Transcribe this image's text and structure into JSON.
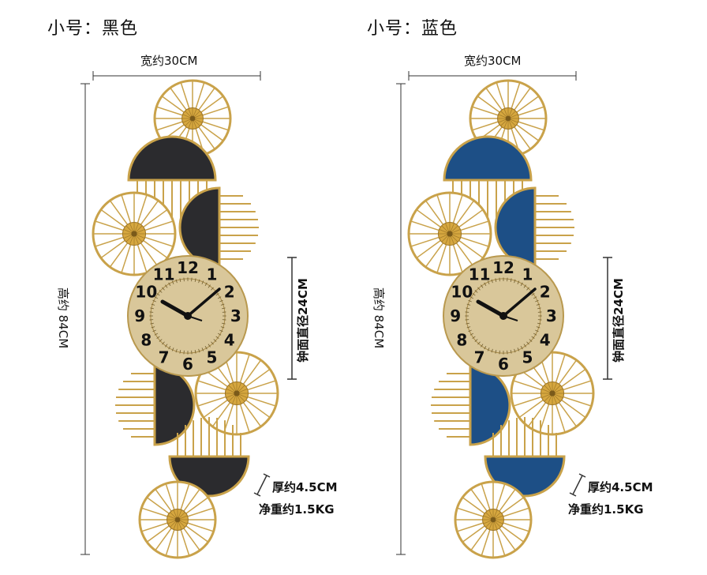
{
  "variants": [
    {
      "title": "小号：黑色",
      "width_label": "宽约30CM",
      "height_label": "高约 84CM",
      "face_label": "钟面直径24CM",
      "thickness_label": "厚约4.5CM",
      "weight_label": "净重约1.5KG",
      "panel_color": "#2b2b2e"
    },
    {
      "title": "小号：蓝色",
      "width_label": "宽约30CM",
      "height_label": "高约 84CM",
      "face_label": "钟面直径24CM",
      "thickness_label": "厚约4.5CM",
      "weight_label": "净重约1.5KG",
      "panel_color": "#1d4f86"
    }
  ],
  "clock_numbers": [
    "12",
    "1",
    "2",
    "3",
    "4",
    "5",
    "6",
    "7",
    "8",
    "9",
    "10",
    "11"
  ],
  "colors": {
    "gold": "#c9a24a",
    "gold_dark": "#9a7326",
    "face": "#d9c79a"
  }
}
